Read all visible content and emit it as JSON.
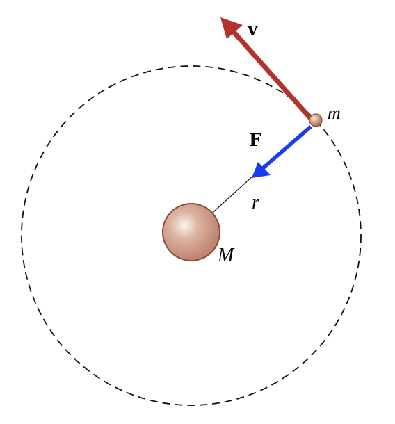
{
  "labels": {
    "velocity": "v",
    "force": "F",
    "radius": "r",
    "small_mass": "m",
    "large_mass": "M"
  },
  "colors": {
    "velocity_arrow": "#b3322b",
    "force_arrow": "#1a3cf0",
    "orbit": "#111111",
    "radius_line": "#111111",
    "mass_body": "#c4907a",
    "mass_outline": "#8a4f3c",
    "label_text": "#000000"
  }
}
